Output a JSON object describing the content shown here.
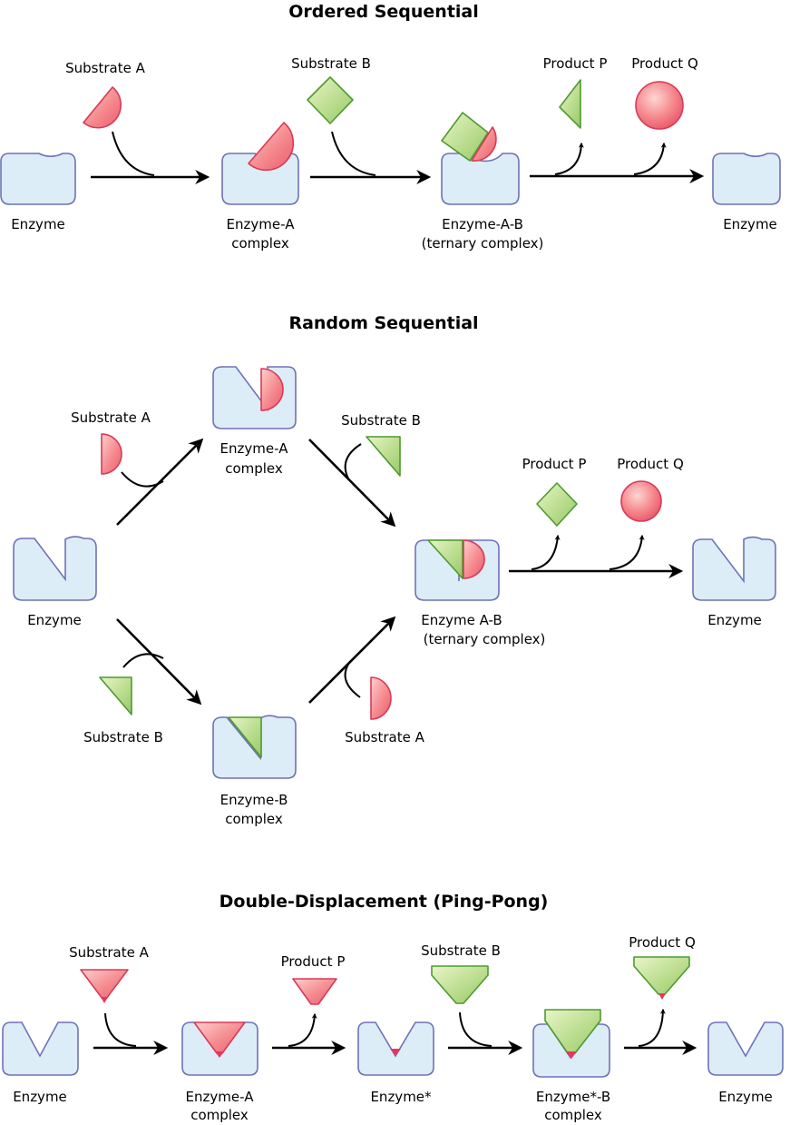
{
  "colors": {
    "enzyme_fill": "#dcedf7",
    "enzyme_stroke": "#6f72b8",
    "substrate_red": "#f08a8f",
    "substrate_green": "#b5d98a",
    "arrow": "#000000"
  },
  "ordered": {
    "title": "Ordered Sequential",
    "substrate_a": "Substrate A",
    "substrate_b": "Substrate B",
    "product_p": "Product P",
    "product_q": "Product Q",
    "enzyme_start": "Enzyme",
    "complex_a_1": "Enzyme-A",
    "complex_a_2": "complex",
    "ternary_1": "Enzyme-A-B",
    "ternary_2": "(ternary complex)",
    "enzyme_end": "Enzyme"
  },
  "random": {
    "title": "Random Sequential",
    "substrate_a_top": "Substrate A",
    "substrate_b_top": "Substrate B",
    "complex_a_1": "Enzyme-A",
    "complex_a_2": "complex",
    "enzyme_start": "Enzyme",
    "product_p": "Product P",
    "product_q": "Product Q",
    "ternary_1": "Enzyme A-B",
    "ternary_2": "(ternary complex)",
    "enzyme_end": "Enzyme",
    "substrate_b_bottom": "Substrate B",
    "substrate_a_bottom": "Substrate A",
    "complex_b_1": "Enzyme-B",
    "complex_b_2": "complex"
  },
  "pingpong": {
    "title": "Double-Displacement (Ping-Pong)",
    "substrate_a": "Substrate A",
    "product_p": "Product P",
    "substrate_b": "Substrate B",
    "product_q": "Product Q",
    "enzyme_start": "Enzyme",
    "complex_a_1": "Enzyme-A",
    "complex_a_2": "complex",
    "enzyme_star": "Enzyme*",
    "complex_b_1": "Enzyme*-B",
    "complex_b_2": "complex",
    "enzyme_end": "Enzyme"
  }
}
